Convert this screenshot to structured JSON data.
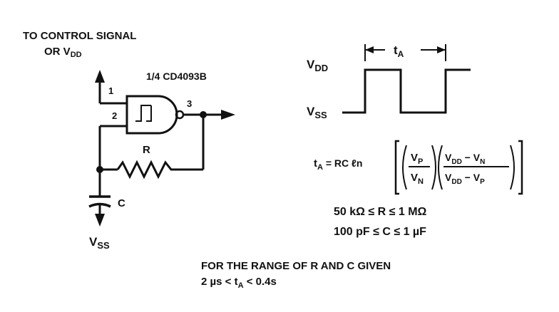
{
  "circuit": {
    "control_label_line1": "TO CONTROL SIGNAL",
    "control_label_line2_prefix": "OR V",
    "control_label_line2_sub": "DD",
    "gate_part": "1/4 CD4093B",
    "pin1": "1",
    "pin2": "2",
    "pin3": "3",
    "resistor_label": "R",
    "capacitor_label": "C",
    "ground_label_prefix": "V",
    "ground_label_sub": "SS"
  },
  "waveform": {
    "period_label_prefix": "t",
    "period_label_sub": "A",
    "high_label_prefix": "V",
    "high_label_sub": "DD",
    "low_label_prefix": "V",
    "low_label_sub": "SS"
  },
  "equation": {
    "lhs_prefix": "t",
    "lhs_sub": "A",
    "rhs_lead": " = RC ℓn",
    "frac1_num_prefix": "V",
    "frac1_num_sub": "P",
    "frac1_den_prefix": "V",
    "frac1_den_sub": "N",
    "frac2_num_a_prefix": "V",
    "frac2_num_a_sub": "DD",
    "frac2_num_minus": " − ",
    "frac2_num_b_prefix": "V",
    "frac2_num_b_sub": "N",
    "frac2_den_a_prefix": "V",
    "frac2_den_a_sub": "DD",
    "frac2_den_minus": " − ",
    "frac2_den_b_prefix": "V",
    "frac2_den_b_sub": "P"
  },
  "ranges": {
    "r_range": "50 kΩ ≤ R ≤ 1 MΩ",
    "c_range": "100 pF ≤ C ≤ 1 µF"
  },
  "note": {
    "line1": "FOR THE RANGE OF R AND C GIVEN",
    "line2_a": "2 µs < t",
    "line2_sub": "A",
    "line2_b": " < 0.4s"
  }
}
